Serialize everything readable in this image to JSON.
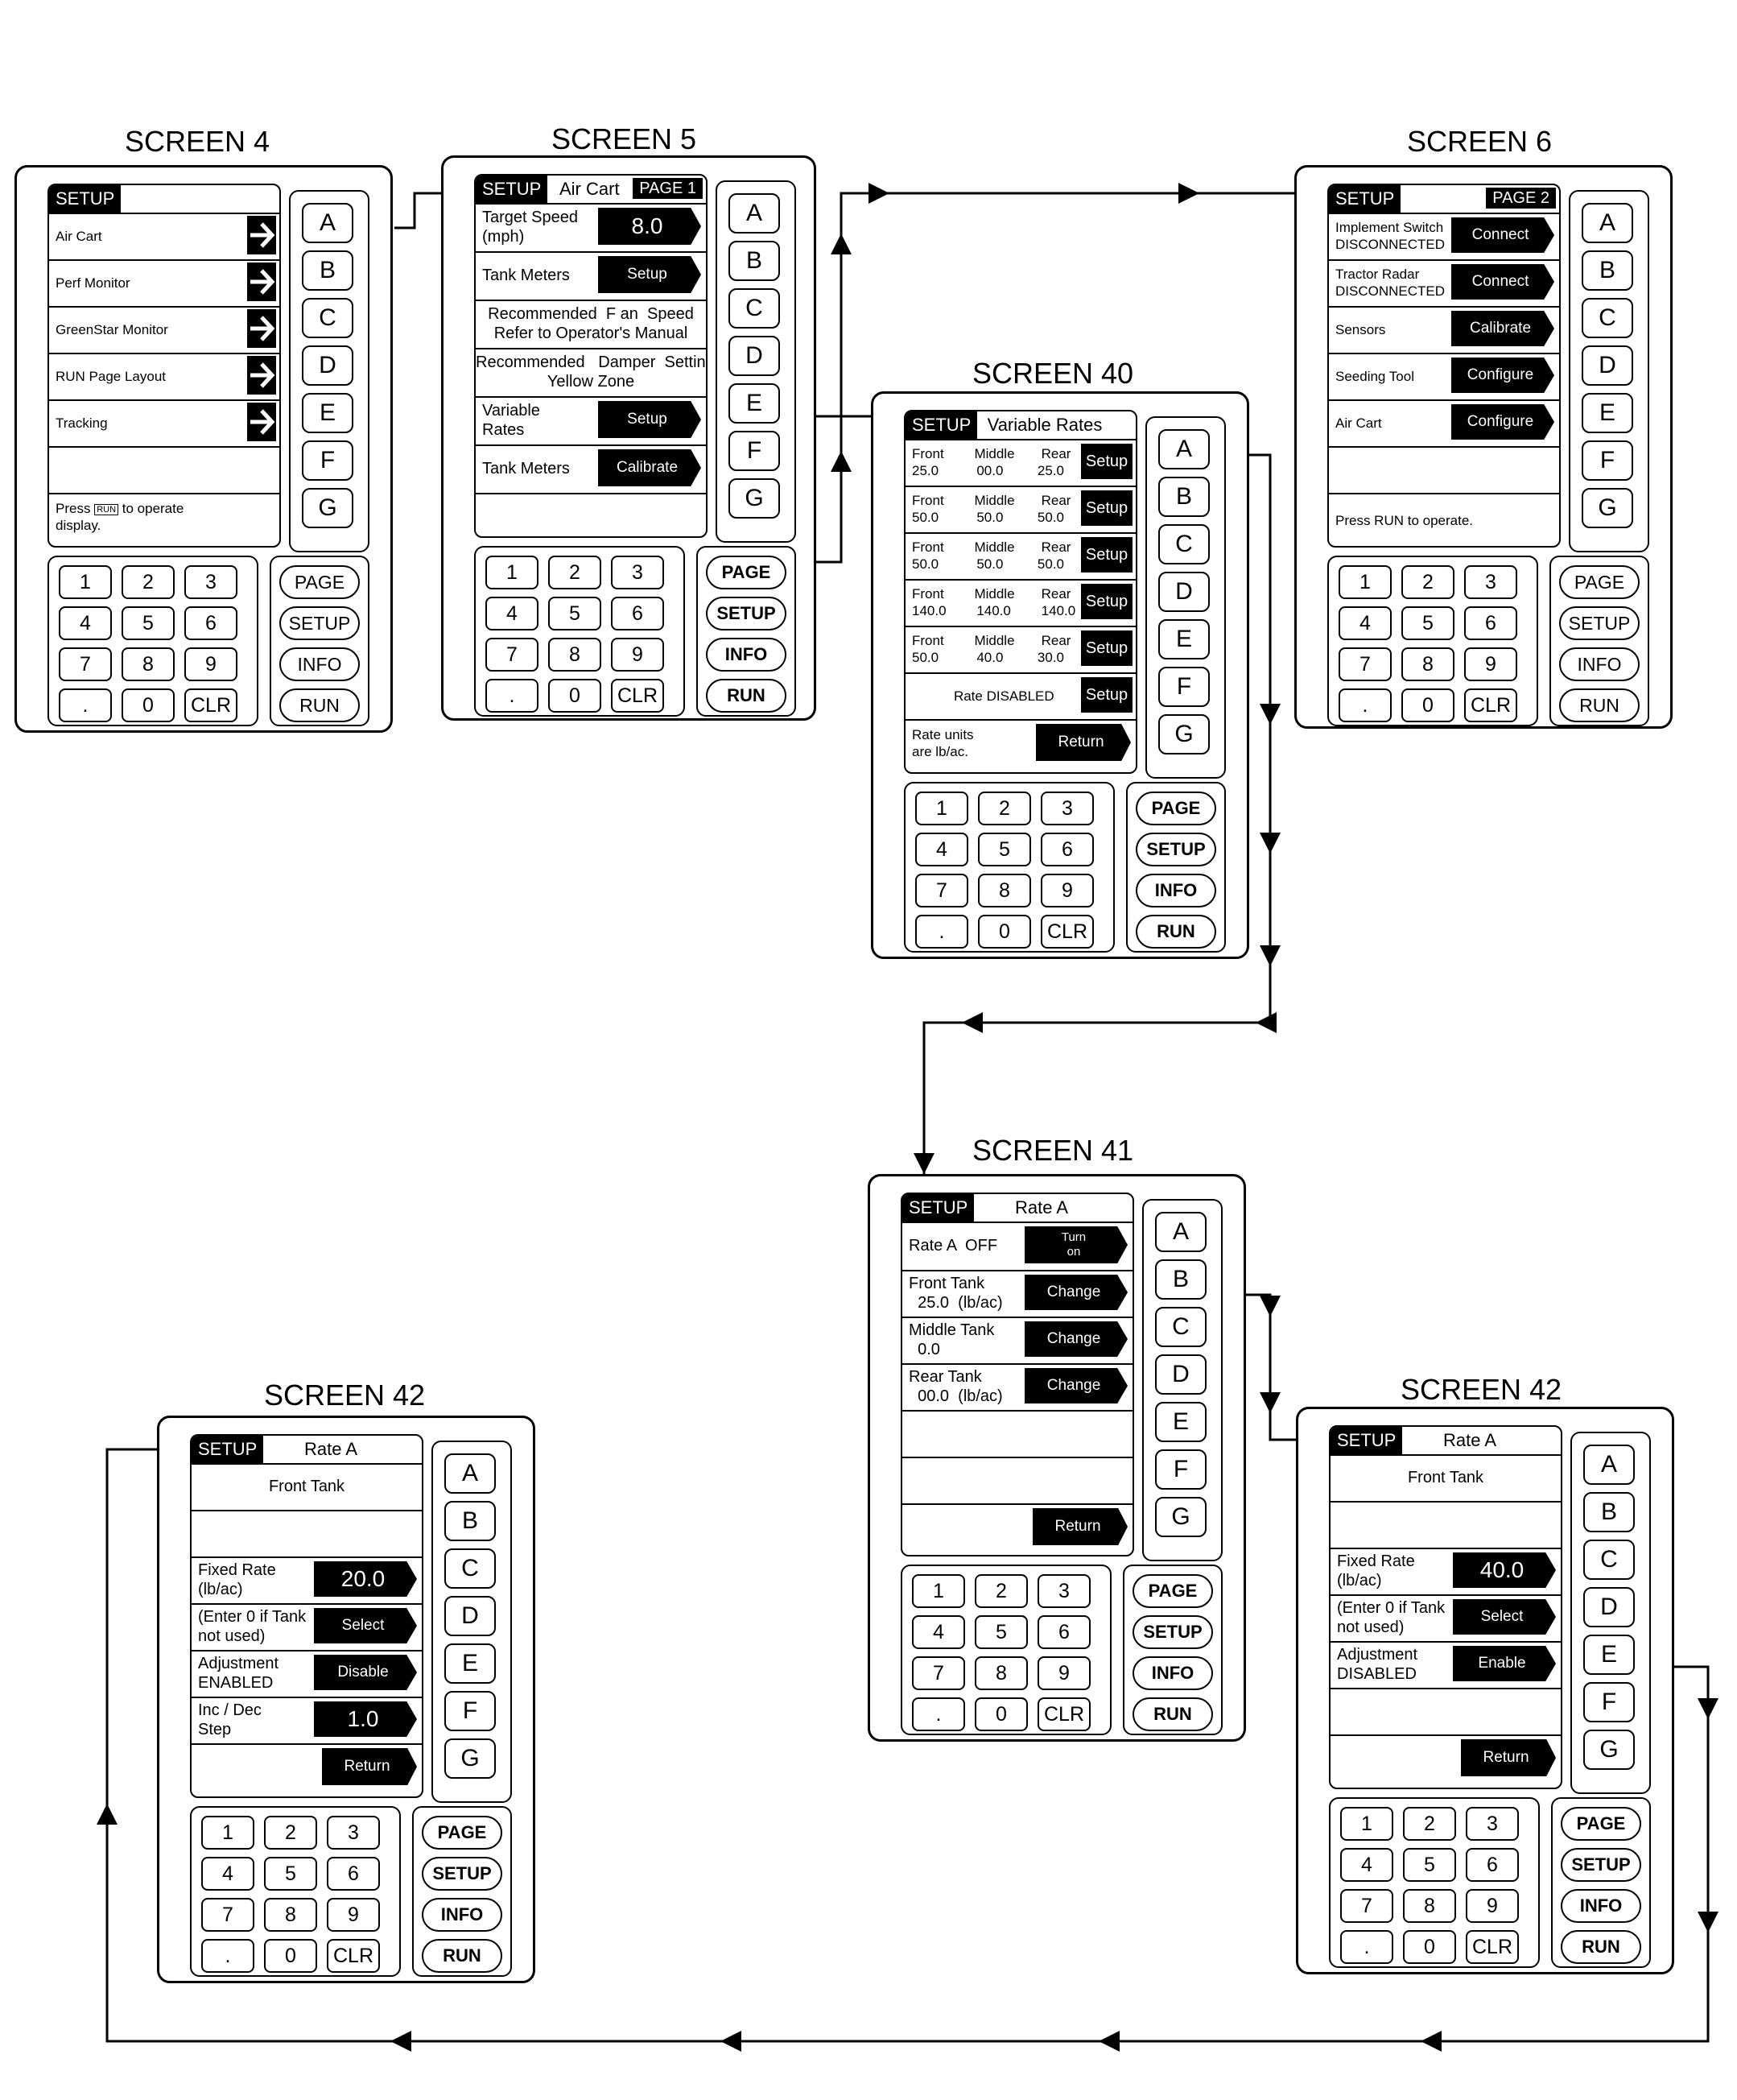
{
  "screens": [
    {
      "id": "s4",
      "title": "SCREEN 4",
      "tag": "SETUP",
      "header": "",
      "page": "",
      "rows": [
        {
          "lines": [
            "Air Cart"
          ],
          "control": "arrow"
        },
        {
          "lines": [
            "Perf Monitor"
          ],
          "control": "arrow"
        },
        {
          "lines": [
            "GreenStar Monitor"
          ],
          "control": "arrow"
        },
        {
          "lines": [
            "RUN Page Layout"
          ],
          "control": "arrow"
        },
        {
          "lines": [
            "Tracking"
          ],
          "control": "arrow"
        },
        {
          "lines": [
            ""
          ]
        },
        {
          "lines": [
            "Press [RUN] to operate",
            "display."
          ]
        }
      ]
    },
    {
      "id": "s5",
      "title": "SCREEN 5",
      "tag": "SETUP",
      "header": "Air Cart",
      "page": "PAGE 1",
      "rows": [
        {
          "lines": [
            "Target Speed",
            "(mph)"
          ],
          "control": "8.0",
          "big": true
        },
        {
          "lines": [
            "Tank Meters"
          ],
          "control": "Setup"
        },
        {
          "lines": [
            "Recommended  F an  Speed",
            "Refer to Operator's Manual"
          ],
          "center": true
        },
        {
          "lines": [
            "Recommended   Damper  Setting",
            "Yellow Zone"
          ],
          "center": true
        },
        {
          "lines": [
            "Variable",
            "Rates"
          ],
          "control": "Setup"
        },
        {
          "lines": [
            "Tank Meters"
          ],
          "control": "Calibrate"
        },
        {
          "lines": [
            ""
          ]
        }
      ]
    },
    {
      "id": "s6",
      "title": "SCREEN 6",
      "tag": "SETUP",
      "header": "",
      "page": "PAGE 2",
      "rows": [
        {
          "lines": [
            "Implement Switch",
            "DISCONNECTED"
          ],
          "control": "Connect"
        },
        {
          "lines": [
            "Tractor Radar",
            "DISCONNECTED"
          ],
          "control": "Connect"
        },
        {
          "lines": [
            "Sensors"
          ],
          "control": "Calibrate"
        },
        {
          "lines": [
            "Seeding Tool"
          ],
          "control": "Configure"
        },
        {
          "lines": [
            "Air Cart"
          ],
          "control": "Configure"
        },
        {
          "lines": [
            ""
          ]
        },
        {
          "lines": [
            "Press RUN to operate."
          ]
        }
      ]
    },
    {
      "id": "s40",
      "title": "SCREEN 40",
      "tag": "SETUP",
      "header": "Variable Rates",
      "page": "",
      "rows": [
        {
          "lines": [
            "Front        Middle       Rear",
            "25.0          00.0         25.0"
          ],
          "control": "Setup",
          "rect": true
        },
        {
          "lines": [
            "Front        Middle       Rear",
            "50.0          50.0         50.0"
          ],
          "control": "Setup",
          "rect": true
        },
        {
          "lines": [
            "Front        Middle       Rear",
            "50.0          50.0         50.0"
          ],
          "control": "Setup",
          "rect": true
        },
        {
          "lines": [
            "Front        Middle       Rear",
            "140.0        140.0        140.0"
          ],
          "control": "Setup",
          "rect": true
        },
        {
          "lines": [
            "Front        Middle       Rear",
            "50.0          40.0         30.0"
          ],
          "control": "Setup",
          "rect": true
        },
        {
          "lines": [
            "           Rate DISABLED"
          ],
          "control": "Setup",
          "rect": true
        },
        {
          "lines": [
            "Rate units",
            "are lb/ac."
          ],
          "control": "Return"
        }
      ]
    },
    {
      "id": "s41",
      "title": "SCREEN 41",
      "tag": "SETUP",
      "header": "Rate A",
      "page": "",
      "rows": [
        {
          "lines": [
            "Rate A  OFF"
          ],
          "control": "Turn\non"
        },
        {
          "lines": [
            "Front Tank",
            "  25.0  (lb/ac)"
          ],
          "control": "Change"
        },
        {
          "lines": [
            "Middle Tank",
            "  0.0"
          ],
          "control": "Change"
        },
        {
          "lines": [
            "Rear Tank",
            "  00.0  (lb/ac)"
          ],
          "control": "Change"
        },
        {
          "lines": [
            ""
          ]
        },
        {
          "lines": [
            ""
          ]
        },
        {
          "lines": [
            ""
          ],
          "control": "Return"
        }
      ]
    },
    {
      "id": "s42l",
      "title": "SCREEN 42",
      "tag": "SETUP",
      "header": "Rate A",
      "page": "",
      "rows": [
        {
          "lines": [
            "Front Tank"
          ],
          "center": true
        },
        {
          "lines": [
            ""
          ]
        },
        {
          "lines": [
            "Fixed Rate",
            "(lb/ac)"
          ],
          "control": "20.0",
          "big": true
        },
        {
          "lines": [
            "(Enter 0 if Tank",
            "not used)"
          ],
          "control": "Select"
        },
        {
          "lines": [
            "Adjustment",
            "ENABLED"
          ],
          "control": "Disable"
        },
        {
          "lines": [
            "Inc / Dec",
            "Step"
          ],
          "control": "1.0",
          "big": true
        },
        {
          "lines": [
            ""
          ],
          "control": "Return"
        }
      ]
    },
    {
      "id": "s42r",
      "title": "SCREEN 42",
      "tag": "SETUP",
      "header": "Rate A",
      "page": "",
      "rows": [
        {
          "lines": [
            "Front Tank"
          ],
          "center": true
        },
        {
          "lines": [
            ""
          ]
        },
        {
          "lines": [
            "Fixed Rate",
            "(lb/ac)"
          ],
          "control": "40.0",
          "big": true
        },
        {
          "lines": [
            "(Enter 0 if Tank",
            "not used)"
          ],
          "control": "Select"
        },
        {
          "lines": [
            "Adjustment",
            "DISABLED"
          ],
          "control": "Enable"
        },
        {
          "lines": [
            ""
          ]
        },
        {
          "lines": [
            ""
          ],
          "control": "Return"
        }
      ]
    }
  ],
  "softkeys": [
    "A",
    "B",
    "C",
    "D",
    "E",
    "F",
    "G"
  ],
  "numpad": [
    "1",
    "2",
    "3",
    "4",
    "5",
    "6",
    "7",
    "8",
    "9",
    ".",
    "0",
    "CLR"
  ],
  "opkeys": [
    "PAGE",
    "SETUP",
    "INFO",
    "RUN"
  ]
}
